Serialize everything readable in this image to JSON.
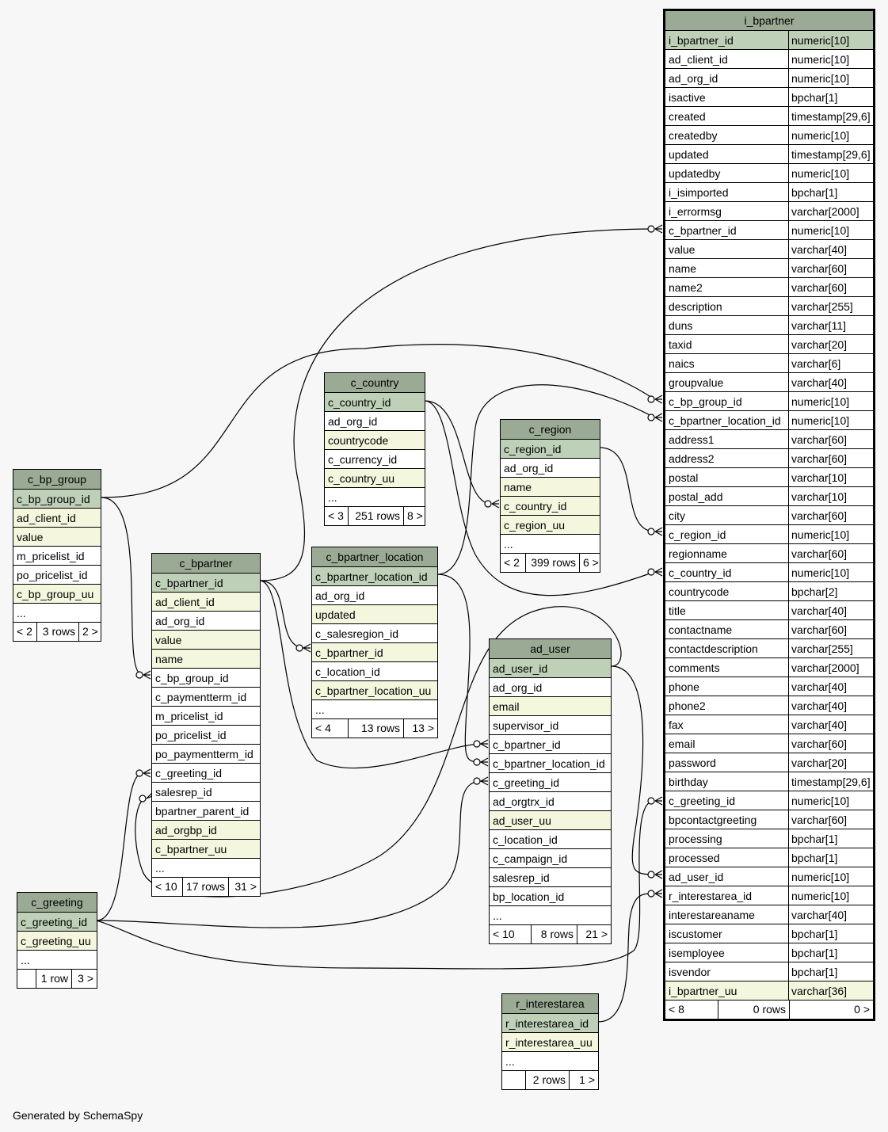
{
  "footer_text": "Generated by SchemaSpy",
  "tables": [
    {
      "name": "i_bpartner",
      "main": true,
      "columns": [
        {
          "name": "i_bpartner_id",
          "type": "numeric[10]",
          "kind": "pk"
        },
        {
          "name": "ad_client_id",
          "type": "numeric[10]"
        },
        {
          "name": "ad_org_id",
          "type": "numeric[10]"
        },
        {
          "name": "isactive",
          "type": "bpchar[1]"
        },
        {
          "name": "created",
          "type": "timestamp[29,6]"
        },
        {
          "name": "createdby",
          "type": "numeric[10]"
        },
        {
          "name": "updated",
          "type": "timestamp[29,6]"
        },
        {
          "name": "updatedby",
          "type": "numeric[10]"
        },
        {
          "name": "i_isimported",
          "type": "bpchar[1]"
        },
        {
          "name": "i_errormsg",
          "type": "varchar[2000]"
        },
        {
          "name": "c_bpartner_id",
          "type": "numeric[10]"
        },
        {
          "name": "value",
          "type": "varchar[40]"
        },
        {
          "name": "name",
          "type": "varchar[60]"
        },
        {
          "name": "name2",
          "type": "varchar[60]"
        },
        {
          "name": "description",
          "type": "varchar[255]"
        },
        {
          "name": "duns",
          "type": "varchar[11]"
        },
        {
          "name": "taxid",
          "type": "varchar[20]"
        },
        {
          "name": "naics",
          "type": "varchar[6]"
        },
        {
          "name": "groupvalue",
          "type": "varchar[40]"
        },
        {
          "name": "c_bp_group_id",
          "type": "numeric[10]"
        },
        {
          "name": "c_bpartner_location_id",
          "type": "numeric[10]"
        },
        {
          "name": "address1",
          "type": "varchar[60]"
        },
        {
          "name": "address2",
          "type": "varchar[60]"
        },
        {
          "name": "postal",
          "type": "varchar[10]"
        },
        {
          "name": "postal_add",
          "type": "varchar[10]"
        },
        {
          "name": "city",
          "type": "varchar[60]"
        },
        {
          "name": "c_region_id",
          "type": "numeric[10]"
        },
        {
          "name": "regionname",
          "type": "varchar[60]"
        },
        {
          "name": "c_country_id",
          "type": "numeric[10]"
        },
        {
          "name": "countrycode",
          "type": "bpchar[2]"
        },
        {
          "name": "title",
          "type": "varchar[40]"
        },
        {
          "name": "contactname",
          "type": "varchar[60]"
        },
        {
          "name": "contactdescription",
          "type": "varchar[255]"
        },
        {
          "name": "comments",
          "type": "varchar[2000]"
        },
        {
          "name": "phone",
          "type": "varchar[40]"
        },
        {
          "name": "phone2",
          "type": "varchar[40]"
        },
        {
          "name": "fax",
          "type": "varchar[40]"
        },
        {
          "name": "email",
          "type": "varchar[60]"
        },
        {
          "name": "password",
          "type": "varchar[20]"
        },
        {
          "name": "birthday",
          "type": "timestamp[29,6]"
        },
        {
          "name": "c_greeting_id",
          "type": "numeric[10]"
        },
        {
          "name": "bpcontactgreeting",
          "type": "varchar[60]"
        },
        {
          "name": "processing",
          "type": "bpchar[1]"
        },
        {
          "name": "processed",
          "type": "bpchar[1]"
        },
        {
          "name": "ad_user_id",
          "type": "numeric[10]"
        },
        {
          "name": "r_interestarea_id",
          "type": "numeric[10]"
        },
        {
          "name": "interestareaname",
          "type": "varchar[40]"
        },
        {
          "name": "iscustomer",
          "type": "bpchar[1]"
        },
        {
          "name": "isemployee",
          "type": "bpchar[1]"
        },
        {
          "name": "isvendor",
          "type": "bpchar[1]"
        },
        {
          "name": "i_bpartner_uu",
          "type": "varchar[36]",
          "kind": "idx"
        }
      ],
      "footer": [
        "< 8",
        "0 rows",
        "0 >"
      ]
    },
    {
      "name": "c_bp_group",
      "columns": [
        {
          "name": "c_bp_group_id",
          "kind": "pk"
        },
        {
          "name": "ad_client_id",
          "kind": "idx"
        },
        {
          "name": "value",
          "kind": "idx"
        },
        {
          "name": "m_pricelist_id"
        },
        {
          "name": "po_pricelist_id"
        },
        {
          "name": "c_bp_group_uu",
          "kind": "idx"
        },
        {
          "name": "..."
        }
      ],
      "footer": [
        "< 2",
        "3 rows",
        "2 >"
      ]
    },
    {
      "name": "c_bpartner",
      "columns": [
        {
          "name": "c_bpartner_id",
          "kind": "pk"
        },
        {
          "name": "ad_client_id",
          "kind": "idx"
        },
        {
          "name": "ad_org_id"
        },
        {
          "name": "value",
          "kind": "idx"
        },
        {
          "name": "name",
          "kind": "idx"
        },
        {
          "name": "c_bp_group_id"
        },
        {
          "name": "c_paymentterm_id"
        },
        {
          "name": "m_pricelist_id"
        },
        {
          "name": "po_pricelist_id"
        },
        {
          "name": "po_paymentterm_id"
        },
        {
          "name": "c_greeting_id"
        },
        {
          "name": "salesrep_id"
        },
        {
          "name": "bpartner_parent_id"
        },
        {
          "name": "ad_orgbp_id",
          "kind": "idx"
        },
        {
          "name": "c_bpartner_uu",
          "kind": "idx"
        },
        {
          "name": "..."
        }
      ],
      "footer": [
        "< 10",
        "17 rows",
        "31 >"
      ]
    },
    {
      "name": "c_country",
      "columns": [
        {
          "name": "c_country_id",
          "kind": "pk"
        },
        {
          "name": "ad_org_id"
        },
        {
          "name": "countrycode",
          "kind": "idx"
        },
        {
          "name": "c_currency_id"
        },
        {
          "name": "c_country_uu",
          "kind": "idx"
        },
        {
          "name": "..."
        }
      ],
      "footer": [
        "< 3",
        "251 rows",
        "8 >"
      ]
    },
    {
      "name": "c_bpartner_location",
      "columns": [
        {
          "name": "c_bpartner_location_id",
          "kind": "pk"
        },
        {
          "name": "ad_org_id"
        },
        {
          "name": "updated",
          "kind": "idx"
        },
        {
          "name": "c_salesregion_id"
        },
        {
          "name": "c_bpartner_id",
          "kind": "idx"
        },
        {
          "name": "c_location_id"
        },
        {
          "name": "c_bpartner_location_uu",
          "kind": "idx"
        },
        {
          "name": "..."
        }
      ],
      "footer": [
        "< 4",
        "13 rows",
        "13 >"
      ]
    },
    {
      "name": "c_region",
      "columns": [
        {
          "name": "c_region_id",
          "kind": "pk"
        },
        {
          "name": "ad_org_id"
        },
        {
          "name": "name",
          "kind": "idx"
        },
        {
          "name": "c_country_id",
          "kind": "idx"
        },
        {
          "name": "c_region_uu",
          "kind": "idx"
        },
        {
          "name": "..."
        }
      ],
      "footer": [
        "< 2",
        "399 rows",
        "6 >"
      ]
    },
    {
      "name": "ad_user",
      "columns": [
        {
          "name": "ad_user_id",
          "kind": "pk"
        },
        {
          "name": "ad_org_id"
        },
        {
          "name": "email",
          "kind": "idx"
        },
        {
          "name": "supervisor_id"
        },
        {
          "name": "c_bpartner_id"
        },
        {
          "name": "c_bpartner_location_id"
        },
        {
          "name": "c_greeting_id"
        },
        {
          "name": "ad_orgtrx_id"
        },
        {
          "name": "ad_user_uu",
          "kind": "idx"
        },
        {
          "name": "c_location_id"
        },
        {
          "name": "c_campaign_id"
        },
        {
          "name": "salesrep_id"
        },
        {
          "name": "bp_location_id"
        },
        {
          "name": "..."
        }
      ],
      "footer": [
        "< 10",
        "8 rows",
        "21 >"
      ]
    },
    {
      "name": "c_greeting",
      "columns": [
        {
          "name": "c_greeting_id",
          "kind": "pk"
        },
        {
          "name": "c_greeting_uu",
          "kind": "idx"
        },
        {
          "name": "..."
        }
      ],
      "footer": [
        "",
        "1 row",
        "3 >"
      ]
    },
    {
      "name": "r_interestarea",
      "columns": [
        {
          "name": "r_interestarea_id",
          "kind": "pk"
        },
        {
          "name": "r_interestarea_uu",
          "kind": "idx"
        },
        {
          "name": "..."
        }
      ],
      "footer": [
        "",
        "2 rows",
        "1 >"
      ]
    }
  ]
}
